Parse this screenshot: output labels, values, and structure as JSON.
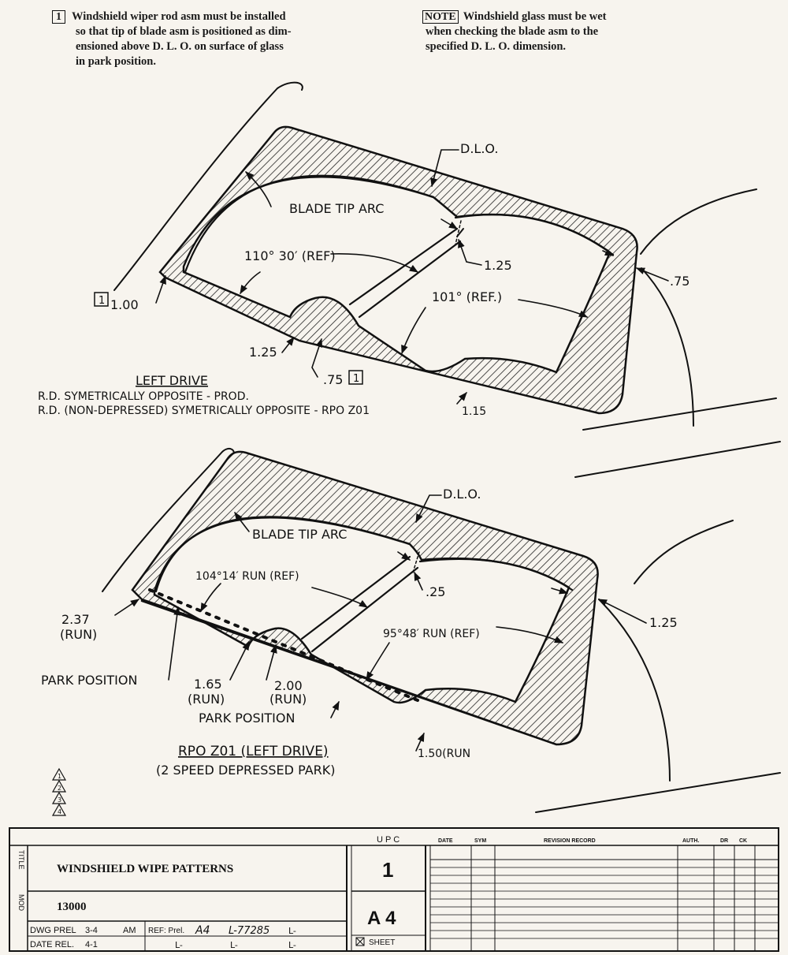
{
  "notes": {
    "note1_number": "1",
    "note1_text_lines": [
      "Windshield wiper rod asm must be installed",
      "so that tip of blade asm is positioned as dim-",
      "ensioned above D. L. O. on surface of glass",
      "in park position."
    ],
    "note2_tag": "NOTE",
    "note2_text_lines": [
      "Windshield glass must be wet",
      "when checking the blade asm to the",
      "specified D. L. O. dimension."
    ]
  },
  "view1": {
    "dlo": "D.L.O.",
    "blade_tip_arc": "BLADE TIP ARC",
    "angle_left": "110° 30′ (REF)",
    "angle_right": "101° (REF.)",
    "dim_center_top": "1.25",
    "dim_right": ".75",
    "dim_left_box": "1",
    "dim_left": "1.00",
    "dim_bottom_left": "1.25",
    "dim_bottom_mid": ".75",
    "dim_bottom_mid_box": "1",
    "dim_bottom_right": "1.15",
    "caption_title": "LEFT DRIVE",
    "caption_line1": "R.D. SYMETRICALLY OPPOSITE - PROD.",
    "caption_line2": "R.D. (NON-DEPRESSED) SYMETRICALLY OPPOSITE - RPO Z01"
  },
  "view2": {
    "dlo": "D.L.O.",
    "blade_tip_arc": "BLADE TIP ARC",
    "angle_left": "104°14′ RUN (REF)",
    "angle_right": "95°48′ RUN (REF)",
    "dim_center_top": ".25",
    "dim_right": "1.25",
    "dim_left": "2.37",
    "dim_left_sub": "(RUN)",
    "park_left": "PARK POSITION",
    "dim_mid1": "1.65",
    "dim_mid1_sub": "(RUN)",
    "dim_mid2": "2.00",
    "dim_mid2_sub": "(RUN)",
    "park_center": "PARK POSITION",
    "dim_bottom_right": "1.50(RUN",
    "caption_title": "RPO Z01 (LEFT DRIVE)",
    "caption_sub": "(2 SPEED DEPRESSED PARK)"
  },
  "revision_triangles": [
    "1",
    "2",
    "3",
    "4"
  ],
  "title_block": {
    "upc_label": "U P C",
    "upc_value": "1",
    "sheet_code": "A 4",
    "sheet_label": "SHEET",
    "title_side_label": "TITLE",
    "title": "WINDSHIELD WIPE PATTERNS",
    "mod_side_label": "MOD",
    "model": "13000",
    "dwg_prel_label": "DWG PREL",
    "dwg_prel_value": "3-4",
    "dwg_prel_initials": "AM",
    "date_rel_label": "DATE REL.",
    "date_rel_value": "4-1",
    "ref_label": "REF: Prel.",
    "ref_value": "A4",
    "ref_l1": "L-77285",
    "ref_l2": "L-",
    "ref_l3": "L-",
    "ref_l4": "L-",
    "ref_l5": "L-",
    "rev_headers": [
      "DATE",
      "SYM",
      "REVISION RECORD",
      "AUTH.",
      "DR",
      "CK"
    ]
  }
}
